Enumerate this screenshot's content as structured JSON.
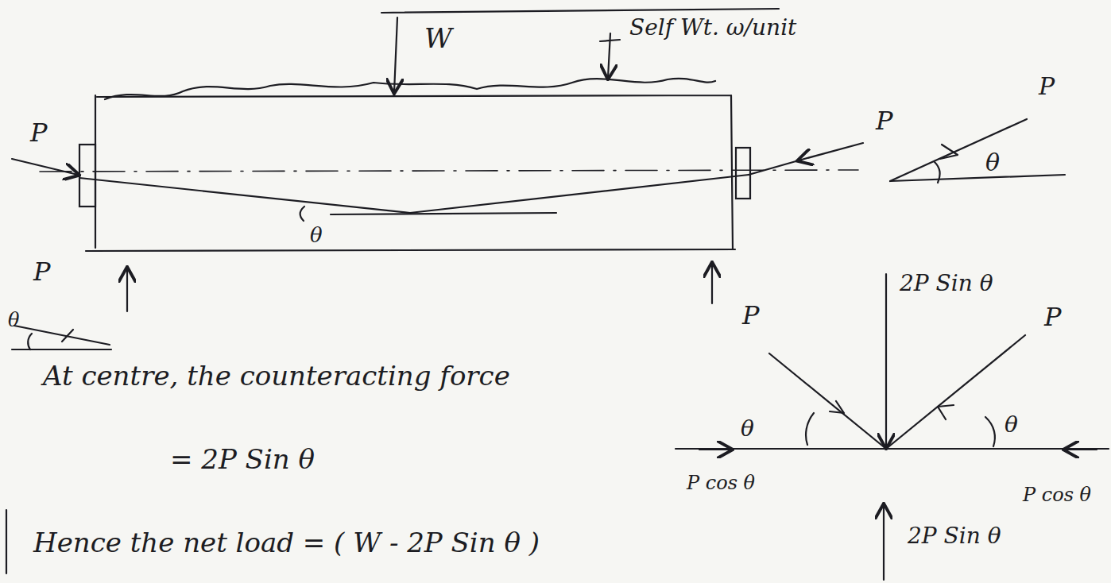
{
  "diagram": {
    "labels": [
      "W",
      "Self Wt. ω/unit",
      "P",
      "P",
      "P",
      "θ",
      "θ",
      "P",
      "θ",
      "2P Sin θ",
      "P",
      "P",
      "θ",
      "θ",
      "P cos θ",
      "P cos θ",
      "2P Sin θ",
      "At centre, the counteracting force",
      "= 2P Sin θ",
      "Hence the net load = ( W - 2P Sin θ )"
    ]
  }
}
